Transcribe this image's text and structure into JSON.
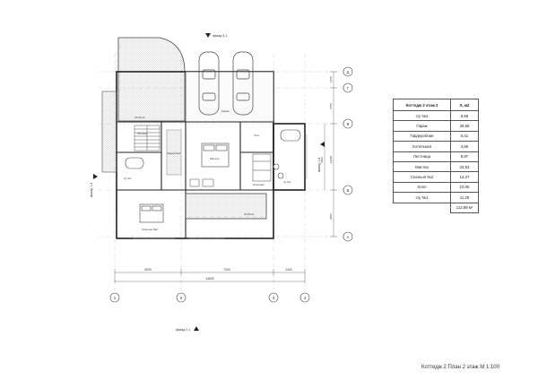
{
  "table": {
    "header_name": "Коттедж 2 этаж 2",
    "header_value": "S, м2",
    "rows": [
      {
        "name": "с/у №2",
        "value": "6,58"
      },
      {
        "name": "Гараж",
        "value": "28,55"
      },
      {
        "name": "Гардеробная",
        "value": "6,41"
      },
      {
        "name": "Котельная",
        "value": "4,56"
      },
      {
        "name": "Лестница",
        "value": "8,87"
      },
      {
        "name": "Мастер",
        "value": "23,53"
      },
      {
        "name": "Спальня №2",
        "value": "14,27"
      },
      {
        "name": "Холл",
        "value": "10,06"
      },
      {
        "name": "с/у №1",
        "value": "11,29"
      }
    ],
    "total": "112,89 м²"
  },
  "sheet_title": "Коттедж 2 План 2 этаж М 1:100",
  "facade_labels": {
    "top": "фасад 4-1",
    "bottom": "фасад 2-1",
    "left": "фасад 1-4",
    "right": "фасад 1-4"
  },
  "axes": {
    "vertical": [
      "1",
      "2",
      "3",
      "4"
    ],
    "horizontal": [
      "Д",
      "Г",
      "В",
      "Б",
      "А"
    ]
  },
  "dimensions": {
    "bottom_segments": [
      "5000",
      "7200",
      "2400"
    ],
    "bottom_total": "14600",
    "right_segments": [
      "1450",
      "2750",
      "12200",
      "6400",
      "3000"
    ]
  },
  "rooms": {
    "terrace_top": "22,93 м²",
    "terrace_bottom": "21,80 м²",
    "master": "Мастер",
    "garderobe": "Гардеробная",
    "hall": "Холл",
    "stair": "Лестница",
    "wc1": "с/у №1",
    "wc2": "с/у №2",
    "bedroom2": "Спальня №2",
    "boiler": "Котельная",
    "garage": "Гараж"
  }
}
